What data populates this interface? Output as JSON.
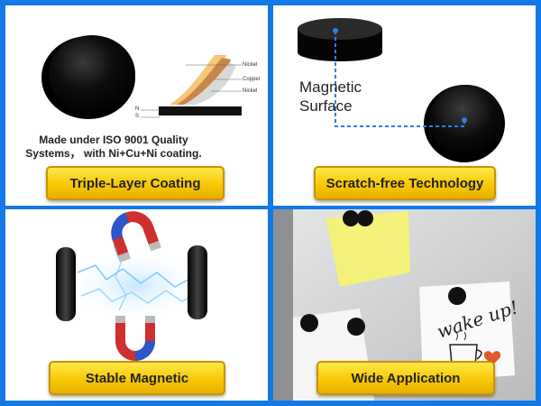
{
  "panels": [
    {
      "button_label": "Triple-Layer Coating",
      "caption_line1": "Made under ISO 9001 Quality",
      "caption_line2": "Systems， with Ni+Cu+Ni coating.",
      "layers": [
        "Nickel",
        "Copper",
        "Nickel"
      ],
      "poles": [
        "N",
        "S"
      ]
    },
    {
      "button_label": "Scratch-free Technology",
      "surface_line1": "Magnetic",
      "surface_line2": "Surface"
    },
    {
      "button_label": "Stable Magnetic"
    },
    {
      "button_label": "Wide Application",
      "note_text": "wake up!"
    }
  ],
  "colors": {
    "background": "#1279e6",
    "button": "#f6c600",
    "magnet": "#0c0c0c",
    "dashed_line": "#2d7fe8",
    "sticky_note": "#f4f27a"
  }
}
